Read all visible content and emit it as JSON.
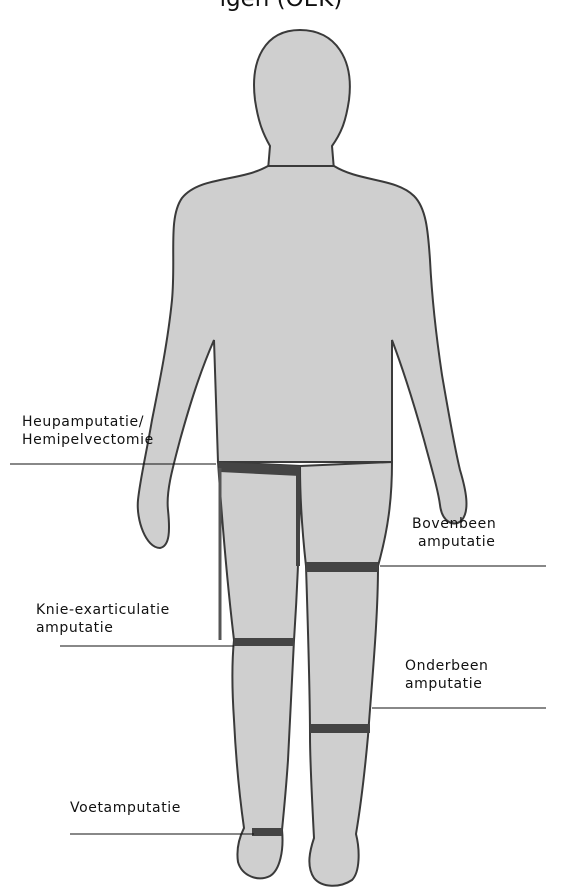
{
  "title": "igen (OEK)",
  "labels": {
    "heup": {
      "line1": "Heupamputatie/",
      "line2": "Hemipelvectomie"
    },
    "bovenbeen": {
      "line1": "Bovenbeen",
      "line2": "amputatie"
    },
    "knie": {
      "line1": "Knie-exarticulatie",
      "line2": "amputatie"
    },
    "onderbeen": {
      "line1": "Onderbeen",
      "line2": "amputatie"
    },
    "voet": {
      "line1": "Voetamputatie"
    }
  },
  "colors": {
    "body_fill": "#cfcfcf",
    "outline": "#3a3a3a",
    "band": "#444444",
    "leader_line": "#111111"
  }
}
